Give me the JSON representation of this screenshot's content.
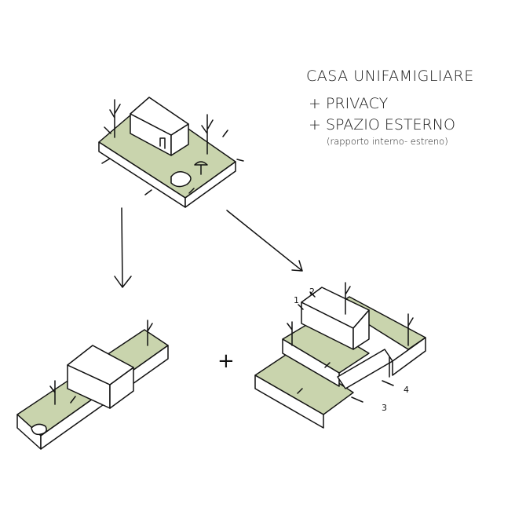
{
  "heading": {
    "title": "CASA UNIFAMIGLIARE",
    "points": [
      "+ PRIVACY",
      "+ SPAZIO ESTERNO"
    ],
    "note": "(rapporto interno- estreno)"
  },
  "diagram": {
    "operator": "+",
    "labels": [
      "1",
      "2",
      "3",
      "4"
    ],
    "colors": {
      "garden": "#c9d4ad",
      "ink": "#111111"
    }
  }
}
